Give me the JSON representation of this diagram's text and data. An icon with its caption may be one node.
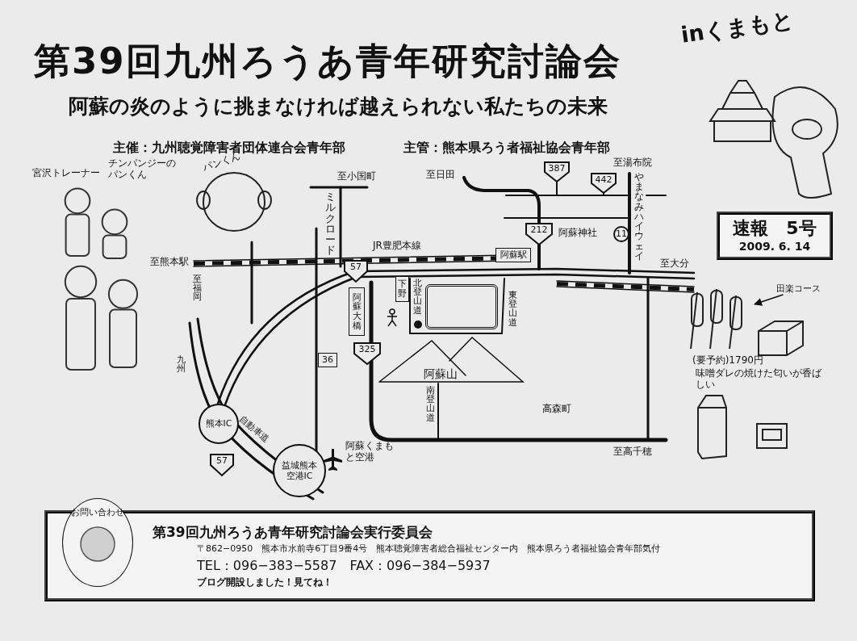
{
  "diagram": {
    "title": "第39回九州ろうあ青年研究討論会",
    "nodes": [
      {
        "text": [
          "速報　5号",
          "2009. 6. 14"
        ]
      },
      {
        "text": [
          "第39回九州ろうあ青年研究討論会実行委員会",
          "〒862−0950　熊本市水前寺6丁目9番4号　熊本聴覚障害者総合福祉センター内　熊本県ろう者福祉協会青年部気付",
          "TEL：096−383−5587　FAX：096−384−5937",
          "ブログ開設しました！見てね！"
        ]
      },
      {
        "text": [
          "お問い合わせ"
        ],
        "in": 1
      },
      {
        "text": [
          "57"
        ]
      },
      {
        "text": [
          "阿蘇大橋"
        ]
      },
      {
        "text": [
          "325"
        ]
      },
      {
        "text": [
          "36"
        ]
      },
      {
        "text": [
          "熊本IC"
        ]
      },
      {
        "text": [
          "57"
        ]
      },
      {
        "text": [
          "益城熊本空港IC"
        ]
      },
      {
        "text": [
          "387"
        ]
      },
      {
        "text": [
          "442"
        ]
      },
      {
        "text": [
          "212"
        ]
      },
      {
        "text": [
          "11"
        ]
      },
      {
        "text": [
          "阿蘇駅"
        ]
      },
      {
        "text": [
          "下野"
        ]
      },
      {
        "text": [],
        "shape": "box"
      },
      {
        "text": [
          "田楽コース"
        ]
      },
      {
        "text": [],
        "shape": "picture"
      }
    ],
    "edges": [
      {
        "from": 17,
        "to": 18,
        "arrow": "to"
      }
    ],
    "labels": [
      "inくまもと",
      "阿蘇の炎のように挑まなければ越えられない私たちの未来",
      "主催：九州聴覚障害者団体連合会青年部",
      "主管：熊本県ろう者福祉協会青年部",
      "宮沢トレーナー",
      "チンパンジーのパンくん",
      "パンくん",
      "至小国町",
      "至日田",
      "至湯布院",
      "ミルクロード",
      "JR豊肥本線",
      "阿蘇神社",
      "やまなみハイウェイ",
      "至熊本駅",
      "至大分",
      "北登山道",
      "東登山道",
      "至福岡",
      "阿蘇山",
      "南登山道",
      "九州",
      "自動車道",
      "阿蘇くまもと空港",
      "高森町",
      "至高千穂",
      "(要予約)1790円",
      "味噌ダレの焼けた匂いが香ばしい"
    ]
  }
}
